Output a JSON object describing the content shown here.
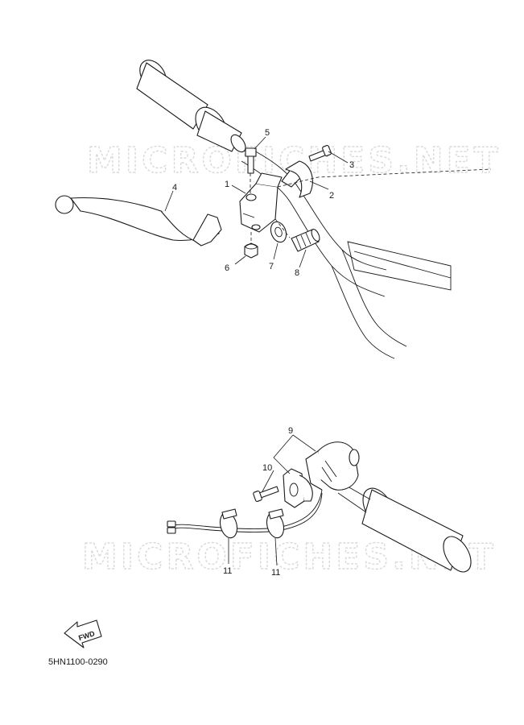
{
  "watermarks": [
    "MICROFICHES.NET",
    "MICROFICHES.NET"
  ],
  "callouts": {
    "c1": "1",
    "c2": "2",
    "c3": "3",
    "c4": "4",
    "c5": "5",
    "c6": "6",
    "c7": "7",
    "c8": "8",
    "c9": "9",
    "c10": "10",
    "c11a": "11",
    "c11b": "11"
  },
  "fwd_arrow": "FWD",
  "diagram_code": "5HN1100-0290"
}
